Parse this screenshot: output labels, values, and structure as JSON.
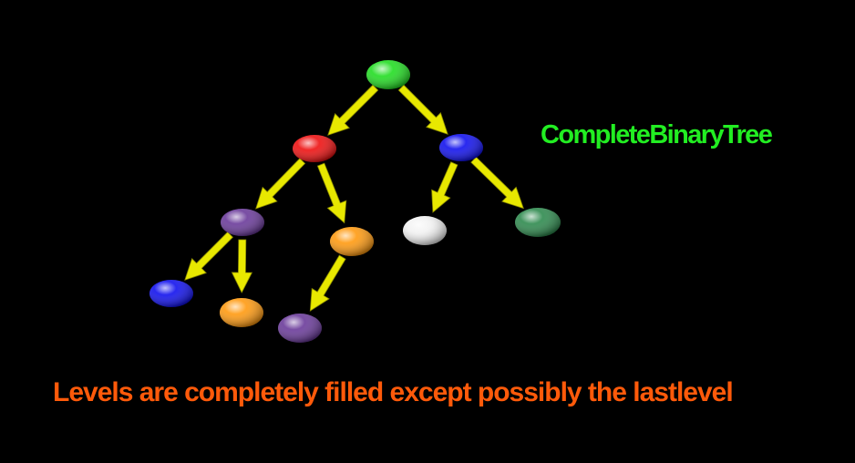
{
  "title": "CompleteBinaryTree",
  "caption": "Levels are completely filled except possibly the lastlevel",
  "colors": {
    "background": "#000000",
    "title": "#22ee22",
    "caption": "#ff5a0a",
    "arrow": "#e8e800"
  },
  "tree": {
    "nodes": [
      {
        "id": "root",
        "color": "#22dd22"
      },
      {
        "id": "left-child",
        "color": "#ee1111"
      },
      {
        "id": "right-child",
        "color": "#1111ee"
      },
      {
        "id": "left-left",
        "color": "#6a3a9a"
      },
      {
        "id": "left-right",
        "color": "#ff9a10"
      },
      {
        "id": "right-left",
        "color": "#f2f2f2"
      },
      {
        "id": "right-right",
        "color": "#2e8a4e"
      },
      {
        "id": "left-left-left",
        "color": "#1111ee"
      },
      {
        "id": "left-left-right",
        "color": "#ff9a10"
      },
      {
        "id": "left-right-left",
        "color": "#6a3a9a"
      }
    ],
    "edges": [
      {
        "from": "root",
        "to": "left-child"
      },
      {
        "from": "root",
        "to": "right-child"
      },
      {
        "from": "left-child",
        "to": "left-left"
      },
      {
        "from": "left-child",
        "to": "left-right"
      },
      {
        "from": "right-child",
        "to": "right-left"
      },
      {
        "from": "right-child",
        "to": "right-right"
      },
      {
        "from": "left-left",
        "to": "left-left-left"
      },
      {
        "from": "left-left",
        "to": "left-left-right"
      },
      {
        "from": "left-right",
        "to": "left-right-left"
      }
    ]
  }
}
